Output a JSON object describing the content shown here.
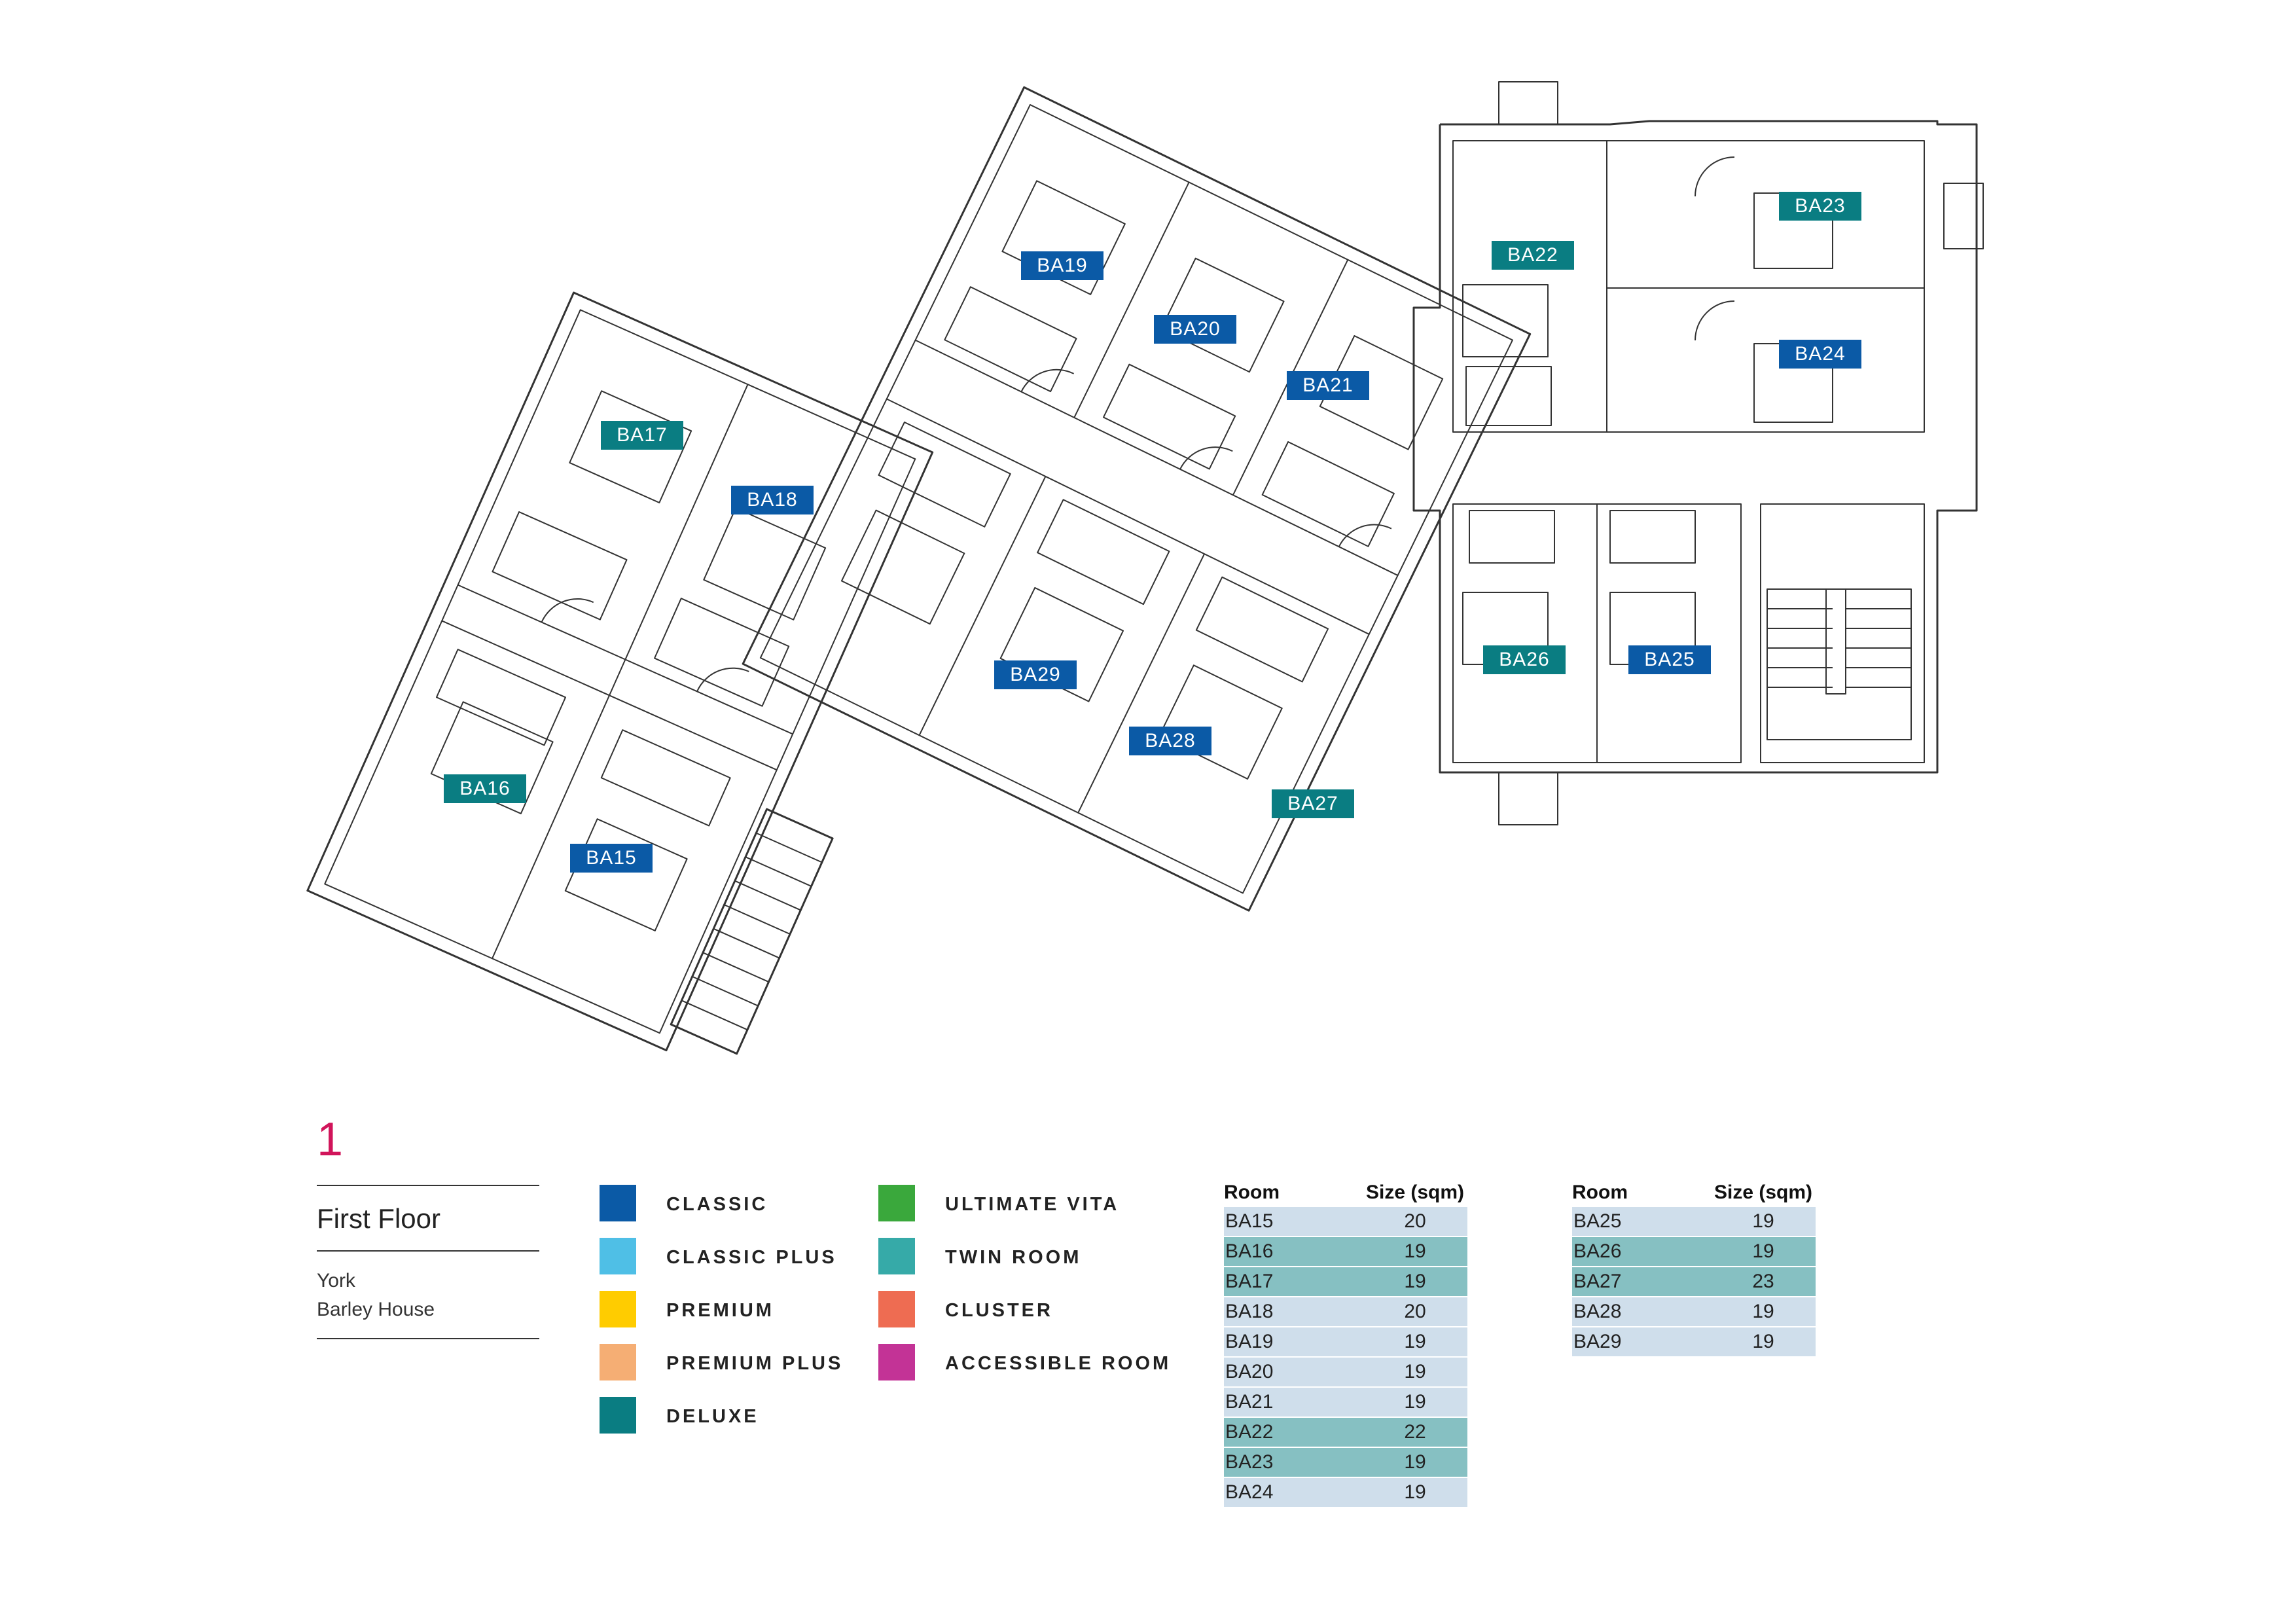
{
  "floor_number": "1",
  "floor_name": "First Floor",
  "site_lines": [
    "York",
    "Barley House"
  ],
  "legend": [
    {
      "label": "CLASSIC",
      "color": "#0b5aa6"
    },
    {
      "label": "CLASSIC PLUS",
      "color": "#4fbfe6"
    },
    {
      "label": "PREMIUM",
      "color": "#ffcc00"
    },
    {
      "label": "PREMIUM PLUS",
      "color": "#f5ae74"
    },
    {
      "label": "DELUXE",
      "color": "#0a7d82"
    },
    {
      "label": "ULTIMATE VITA",
      "color": "#3aa83c"
    },
    {
      "label": "TWIN ROOM",
      "color": "#36aaa8"
    },
    {
      "label": "CLUSTER",
      "color": "#ee6c52"
    },
    {
      "label": "ACCESSIBLE ROOM",
      "color": "#c33396"
    }
  ],
  "rooms": [
    {
      "id": "BA15",
      "type": "CLASSIC"
    },
    {
      "id": "BA16",
      "type": "DELUXE"
    },
    {
      "id": "BA17",
      "type": "DELUXE"
    },
    {
      "id": "BA18",
      "type": "CLASSIC"
    },
    {
      "id": "BA19",
      "type": "CLASSIC"
    },
    {
      "id": "BA20",
      "type": "CLASSIC"
    },
    {
      "id": "BA21",
      "type": "CLASSIC"
    },
    {
      "id": "BA22",
      "type": "DELUXE"
    },
    {
      "id": "BA23",
      "type": "DELUXE"
    },
    {
      "id": "BA24",
      "type": "CLASSIC"
    },
    {
      "id": "BA25",
      "type": "CLASSIC"
    },
    {
      "id": "BA26",
      "type": "DELUXE"
    },
    {
      "id": "BA27",
      "type": "DELUXE"
    },
    {
      "id": "BA28",
      "type": "CLASSIC"
    },
    {
      "id": "BA29",
      "type": "CLASSIC"
    }
  ],
  "tables": [
    {
      "headers": [
        "Room",
        "Size (sqm)"
      ],
      "rows": [
        {
          "room": "BA15",
          "size": "20",
          "type": "CLASSIC"
        },
        {
          "room": "BA16",
          "size": "19",
          "type": "DELUXE"
        },
        {
          "room": "BA17",
          "size": "19",
          "type": "DELUXE"
        },
        {
          "room": "BA18",
          "size": "20",
          "type": "CLASSIC"
        },
        {
          "room": "BA19",
          "size": "19",
          "type": "CLASSIC"
        },
        {
          "room": "BA20",
          "size": "19",
          "type": "CLASSIC"
        },
        {
          "room": "BA21",
          "size": "19",
          "type": "CLASSIC"
        },
        {
          "room": "BA22",
          "size": "22",
          "type": "DELUXE"
        },
        {
          "room": "BA23",
          "size": "19",
          "type": "DELUXE"
        },
        {
          "room": "BA24",
          "size": "19",
          "type": "CLASSIC"
        }
      ]
    },
    {
      "headers": [
        "Room",
        "Size (sqm)"
      ],
      "rows": [
        {
          "room": "BA25",
          "size": "19",
          "type": "CLASSIC"
        },
        {
          "room": "BA26",
          "size": "19",
          "type": "DELUXE"
        },
        {
          "room": "BA27",
          "size": "23",
          "type": "DELUXE"
        },
        {
          "room": "BA28",
          "size": "19",
          "type": "CLASSIC"
        },
        {
          "room": "BA29",
          "size": "19",
          "type": "CLASSIC"
        }
      ]
    }
  ],
  "table_row_colors": {
    "CLASSIC": "#cfdeeb",
    "DELUXE": "#86c0c2"
  },
  "wall_color": "#333333"
}
